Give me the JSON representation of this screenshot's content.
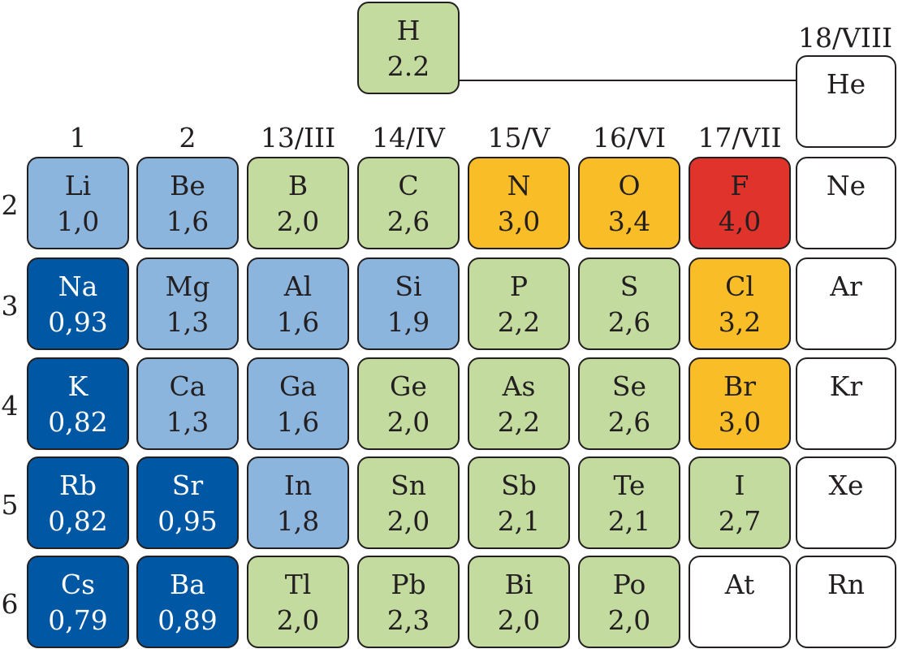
{
  "groups": [
    "1",
    "2",
    "13/III",
    "14/IV",
    "15/V",
    "16/VI",
    "17/VII"
  ],
  "group18": "18/VIII",
  "periods": [
    "2",
    "3",
    "4",
    "5",
    "6"
  ],
  "colors": {
    "dark_blue": "#0057a3",
    "light_blue": "#8cb5de",
    "green": "#c4dba0",
    "yellow": "#f9be27",
    "red": "#e0332b",
    "white": "#ffffff"
  },
  "hydrogen": {
    "symbol": "H",
    "value": "2.2",
    "color": "green"
  },
  "helium": {
    "symbol": "He",
    "value": "",
    "color": "white"
  },
  "rows": [
    [
      {
        "symbol": "Li",
        "value": "1,0",
        "color": "light_blue"
      },
      {
        "symbol": "Be",
        "value": "1,6",
        "color": "light_blue"
      },
      {
        "symbol": "B",
        "value": "2,0",
        "color": "green"
      },
      {
        "symbol": "C",
        "value": "2,6",
        "color": "green"
      },
      {
        "symbol": "N",
        "value": "3,0",
        "color": "yellow"
      },
      {
        "symbol": "O",
        "value": "3,4",
        "color": "yellow"
      },
      {
        "symbol": "F",
        "value": "4,0",
        "color": "red"
      },
      {
        "symbol": "Ne",
        "value": "",
        "color": "white"
      }
    ],
    [
      {
        "symbol": "Na",
        "value": "0,93",
        "color": "dark_blue"
      },
      {
        "symbol": "Mg",
        "value": "1,3",
        "color": "light_blue"
      },
      {
        "symbol": "Al",
        "value": "1,6",
        "color": "light_blue"
      },
      {
        "symbol": "Si",
        "value": "1,9",
        "color": "light_blue"
      },
      {
        "symbol": "P",
        "value": "2,2",
        "color": "green"
      },
      {
        "symbol": "S",
        "value": "2,6",
        "color": "green"
      },
      {
        "symbol": "Cl",
        "value": "3,2",
        "color": "yellow"
      },
      {
        "symbol": "Ar",
        "value": "",
        "color": "white"
      }
    ],
    [
      {
        "symbol": "K",
        "value": "0,82",
        "color": "dark_blue"
      },
      {
        "symbol": "Ca",
        "value": "1,3",
        "color": "light_blue"
      },
      {
        "symbol": "Ga",
        "value": "1,6",
        "color": "light_blue"
      },
      {
        "symbol": "Ge",
        "value": "2,0",
        "color": "green"
      },
      {
        "symbol": "As",
        "value": "2,2",
        "color": "green"
      },
      {
        "symbol": "Se",
        "value": "2,6",
        "color": "green"
      },
      {
        "symbol": "Br",
        "value": "3,0",
        "color": "yellow"
      },
      {
        "symbol": "Kr",
        "value": "",
        "color": "white"
      }
    ],
    [
      {
        "symbol": "Rb",
        "value": "0,82",
        "color": "dark_blue"
      },
      {
        "symbol": "Sr",
        "value": "0,95",
        "color": "dark_blue"
      },
      {
        "symbol": "In",
        "value": "1,8",
        "color": "light_blue"
      },
      {
        "symbol": "Sn",
        "value": "2,0",
        "color": "green"
      },
      {
        "symbol": "Sb",
        "value": "2,1",
        "color": "green"
      },
      {
        "symbol": "Te",
        "value": "2,1",
        "color": "green"
      },
      {
        "symbol": "I",
        "value": "2,7",
        "color": "green"
      },
      {
        "symbol": "Xe",
        "value": "",
        "color": "white"
      }
    ],
    [
      {
        "symbol": "Cs",
        "value": "0,79",
        "color": "dark_blue"
      },
      {
        "symbol": "Ba",
        "value": "0,89",
        "color": "dark_blue"
      },
      {
        "symbol": "Tl",
        "value": "2,0",
        "color": "green"
      },
      {
        "symbol": "Pb",
        "value": "2,3",
        "color": "green"
      },
      {
        "symbol": "Bi",
        "value": "2,0",
        "color": "green"
      },
      {
        "symbol": "Po",
        "value": "2,0",
        "color": "green"
      },
      {
        "symbol": "At",
        "value": "",
        "color": "white"
      },
      {
        "symbol": "Rn",
        "value": "",
        "color": "white"
      }
    ]
  ]
}
